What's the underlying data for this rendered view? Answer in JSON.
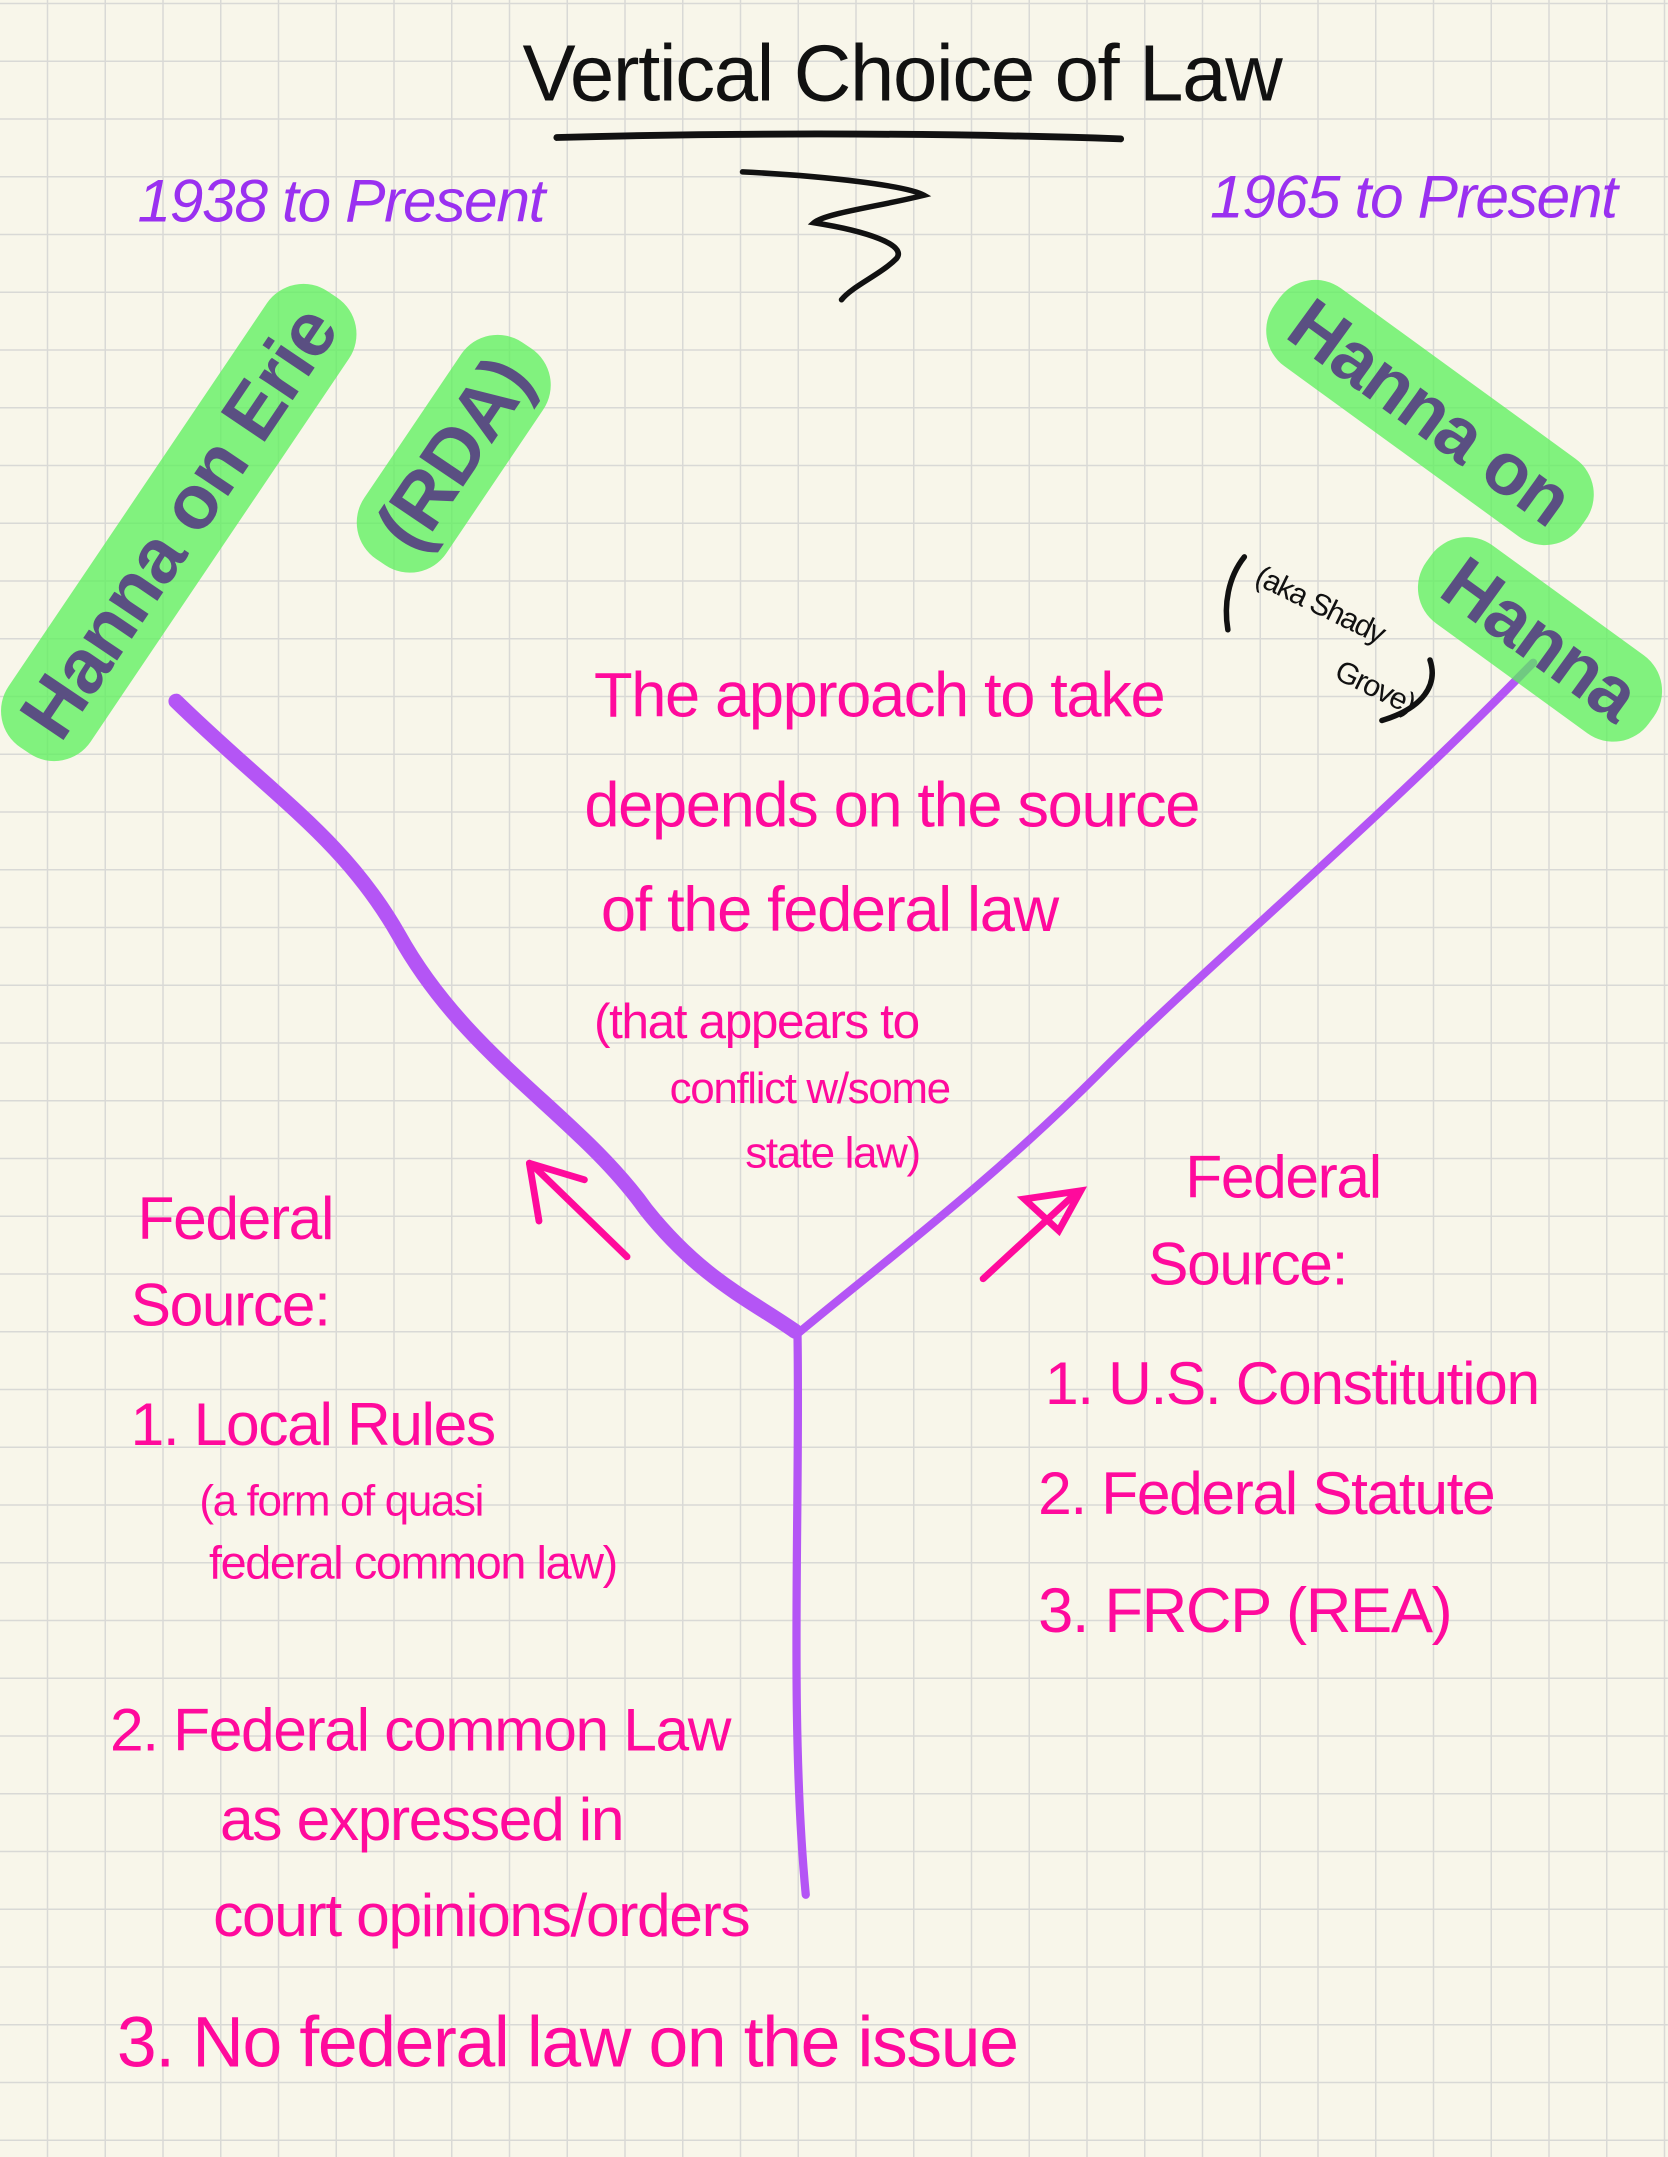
{
  "title": "Vertical Choice of Law",
  "left_branch": {
    "period": "1938 to Present",
    "label_line1": "Hanna on Erie",
    "label_line2": "(RDA)",
    "heading_line1": "Federal",
    "heading_line2": "Source:",
    "items": [
      {
        "line1": "1. Local Rules",
        "line2": "(a form of quasi",
        "line3": "federal common law)"
      },
      {
        "line1": "2. Federal common Law",
        "line2": "as expressed in",
        "line3": "court opinions/orders"
      },
      {
        "line1": "3. No federal law on the issue"
      }
    ]
  },
  "right_branch": {
    "period": "1965 to Present",
    "label_line1": "Hanna on",
    "label_line2": "Hanna",
    "note_line1": "(aka Shady",
    "note_line2": "Grove)",
    "heading_line1": "Federal",
    "heading_line2": "Source:",
    "items": [
      "1. U.S. Constitution",
      "2. Federal Statute",
      "3. FRCP (REA)"
    ]
  },
  "center_note": {
    "line1": "The approach to take",
    "line2": "depends on the source",
    "line3": "of the federal  law",
    "line4": "(that appears to",
    "line5": "conflict w/some",
    "line6": "state law)"
  },
  "colors": {
    "ink_pink": "#ff0a9c",
    "ink_purple": "#b455f5",
    "highlight_green": "#5af05a",
    "label_ink": "#5a4f82",
    "paper": "#f8f6ea"
  }
}
